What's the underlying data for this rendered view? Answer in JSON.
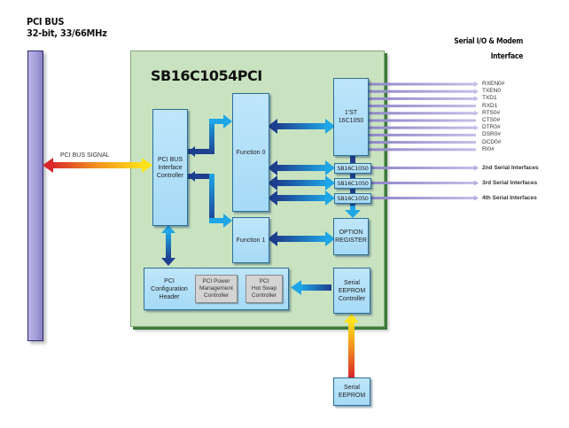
{
  "pci_bus": {
    "title_line1": "PCI BUS",
    "title_line2": "32-bit, 33/66MHz",
    "signal_label": "PCI BUS SIGNAL"
  },
  "chip": {
    "name": "SB16C1054PCI",
    "blocks": {
      "pci_bus_controller": [
        "PCI BUS",
        "Interface",
        "Controller"
      ],
      "function0": "Function 0",
      "function1": "Function 1",
      "uart_main": [
        "1'ST",
        "16C1050"
      ],
      "uart2": "SB16C1050",
      "uart3": "SB16C1050",
      "uart4": "SB16C1050",
      "option_register": [
        "OPTION",
        "REGISTER"
      ],
      "config_header": [
        "PCI",
        "Configuration",
        "Header"
      ],
      "power_mgmt": [
        "PCI Power",
        "Management",
        "Controller"
      ],
      "hot_swap": [
        "PCI",
        "Hot Swap",
        "Controller"
      ],
      "eeprom_controller": [
        "Serial",
        "EEPROM",
        "Controller"
      ]
    }
  },
  "external": {
    "serial_eeprom": [
      "Serial",
      "EEPROM"
    ]
  },
  "serial_interface": {
    "title_line1": "Serial I/O & Modem",
    "title_line2": "Interface",
    "signals": [
      {
        "name": "RXEN0#",
        "direction": "out"
      },
      {
        "name": "TXEN0",
        "direction": "out"
      },
      {
        "name": "TXD1",
        "direction": "out"
      },
      {
        "name": "RXD1",
        "direction": "in"
      },
      {
        "name": "RTS0#",
        "direction": "out"
      },
      {
        "name": "CTS0#",
        "direction": "in"
      },
      {
        "name": "DTR0#",
        "direction": "out"
      },
      {
        "name": "DSR0#",
        "direction": "in"
      },
      {
        "name": "DCD0#",
        "direction": "in"
      },
      {
        "name": "RI0#",
        "direction": "in"
      }
    ],
    "extra_interfaces": [
      "2nd Serial Interfaces",
      "3rd Serial Interfaces",
      "4th Serial Interfaces"
    ]
  },
  "colors": {
    "chip_bg": "#c9e3c0",
    "block_bg": "#a6daf6",
    "bus_bar": "#a39cd9",
    "signal_line": "#a89fd6",
    "arrow_dark": "#1e3f8f",
    "arrow_light": "#1fa6e6"
  }
}
